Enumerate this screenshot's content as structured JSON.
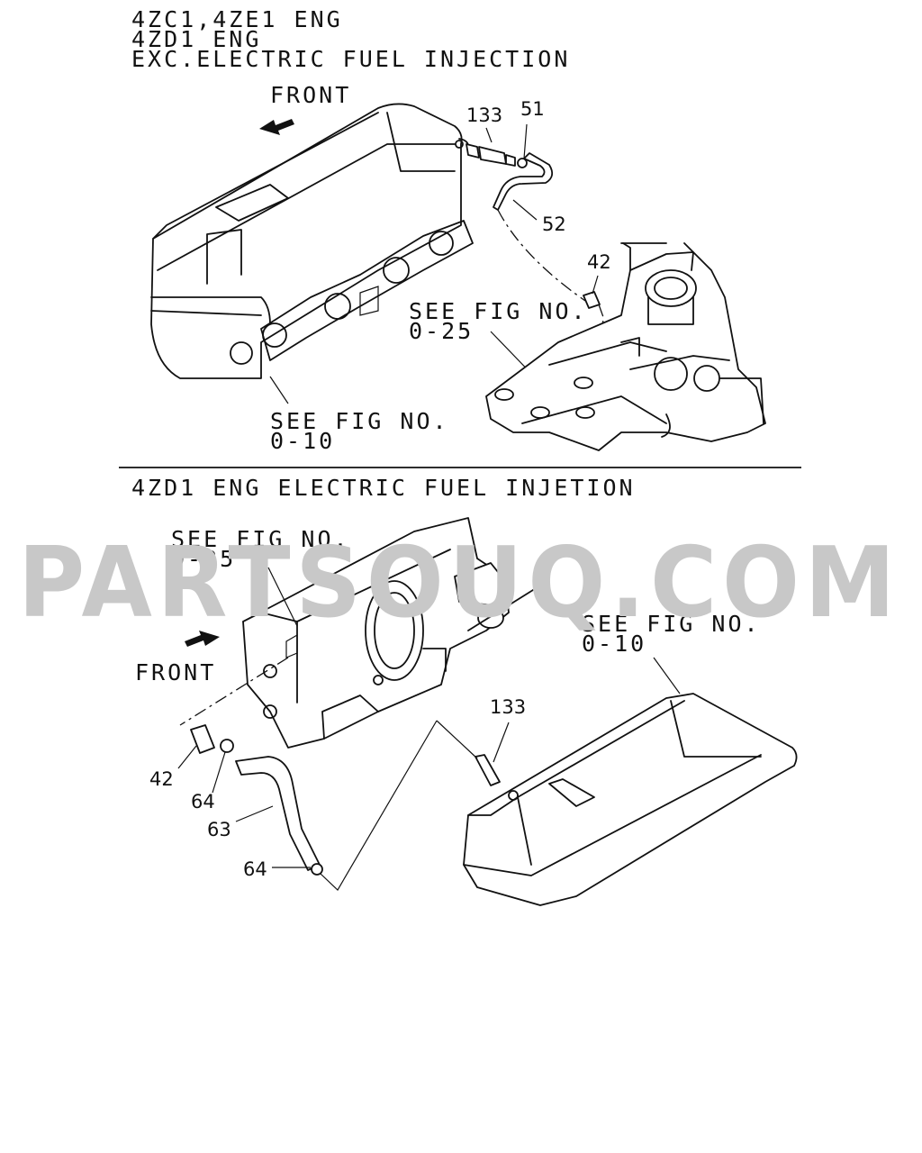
{
  "header": {
    "line1": "4ZC1,4ZE1 ENG",
    "line2": "4ZD1 ENG",
    "line3": "EXC.ELECTRIC FUEL INJECTION"
  },
  "upper": {
    "front": "FRONT",
    "callouts": {
      "c133": "133",
      "c51": "51",
      "c52": "52",
      "c42": "42"
    },
    "ref_intake_line1": "SEE FIG NO.",
    "ref_intake_line2": "0-25",
    "ref_cover_line1": "SEE FIG NO.",
    "ref_cover_line2": "0-10"
  },
  "section2_title": "4ZD1 ENG ELECTRIC FUEL INJETION",
  "lower": {
    "front": "FRONT",
    "ref_intake_line1": "SEE FIG NO.",
    "ref_intake_line2": "0-25",
    "ref_cover_line1": "SEE FIG NO.",
    "ref_cover_line2": "0-10",
    "callouts": {
      "c133": "133",
      "c42": "42",
      "c64a": "64",
      "c63": "63",
      "c64b": "64"
    }
  },
  "watermark": "PARTSOUQ.COM",
  "icons": [
    "front-arrow-icon"
  ]
}
